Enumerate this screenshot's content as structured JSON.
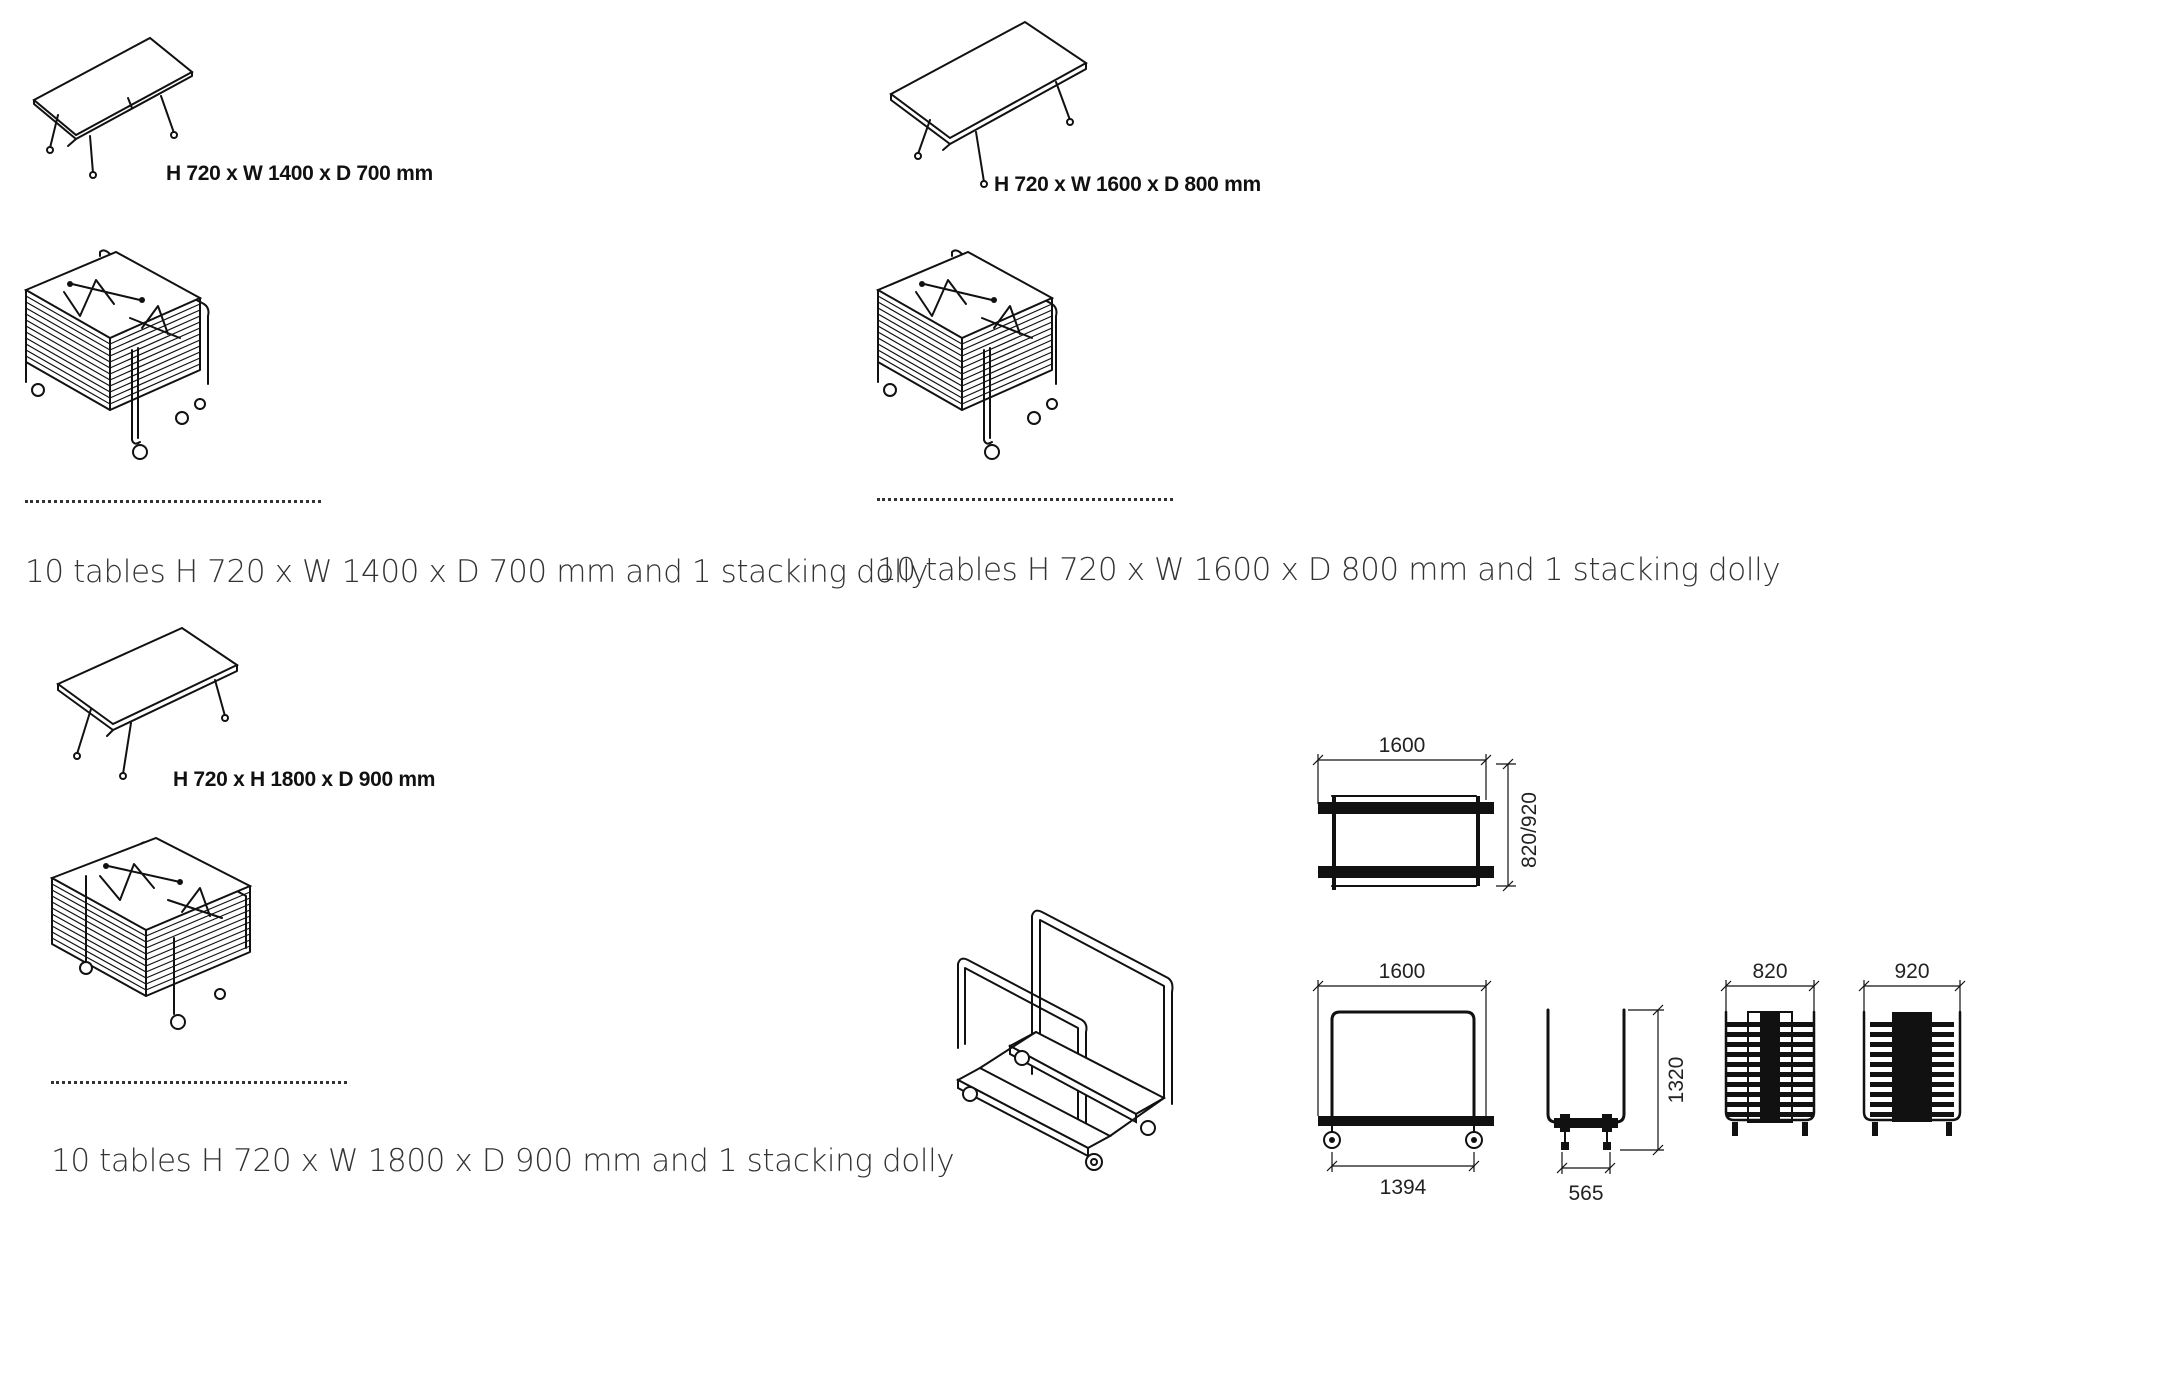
{
  "tables": [
    {
      "dims_label": "H 720 x W 1400 x D 700 mm",
      "caption": "10 tables H 720 x W 1400 x D 700 mm and 1 stacking dolly"
    },
    {
      "dims_label": "H 720 x W 1600 x D 800 mm",
      "caption": "10 tables H 720 x W 1600 x D 800 mm and 1 stacking dolly"
    },
    {
      "dims_label": "H 720 x H 1800 x D 900 mm",
      "caption": "10 tables H 720 x W 1800 x D 900 mm and 1 stacking dolly"
    }
  ],
  "dolly_dimensions": {
    "top_width": "1600",
    "top_depth": "820/920",
    "front_width": "1600",
    "front_base": "1394",
    "side_height": "1320",
    "side_base": "565",
    "loaded_820": "820",
    "loaded_920": "920"
  }
}
